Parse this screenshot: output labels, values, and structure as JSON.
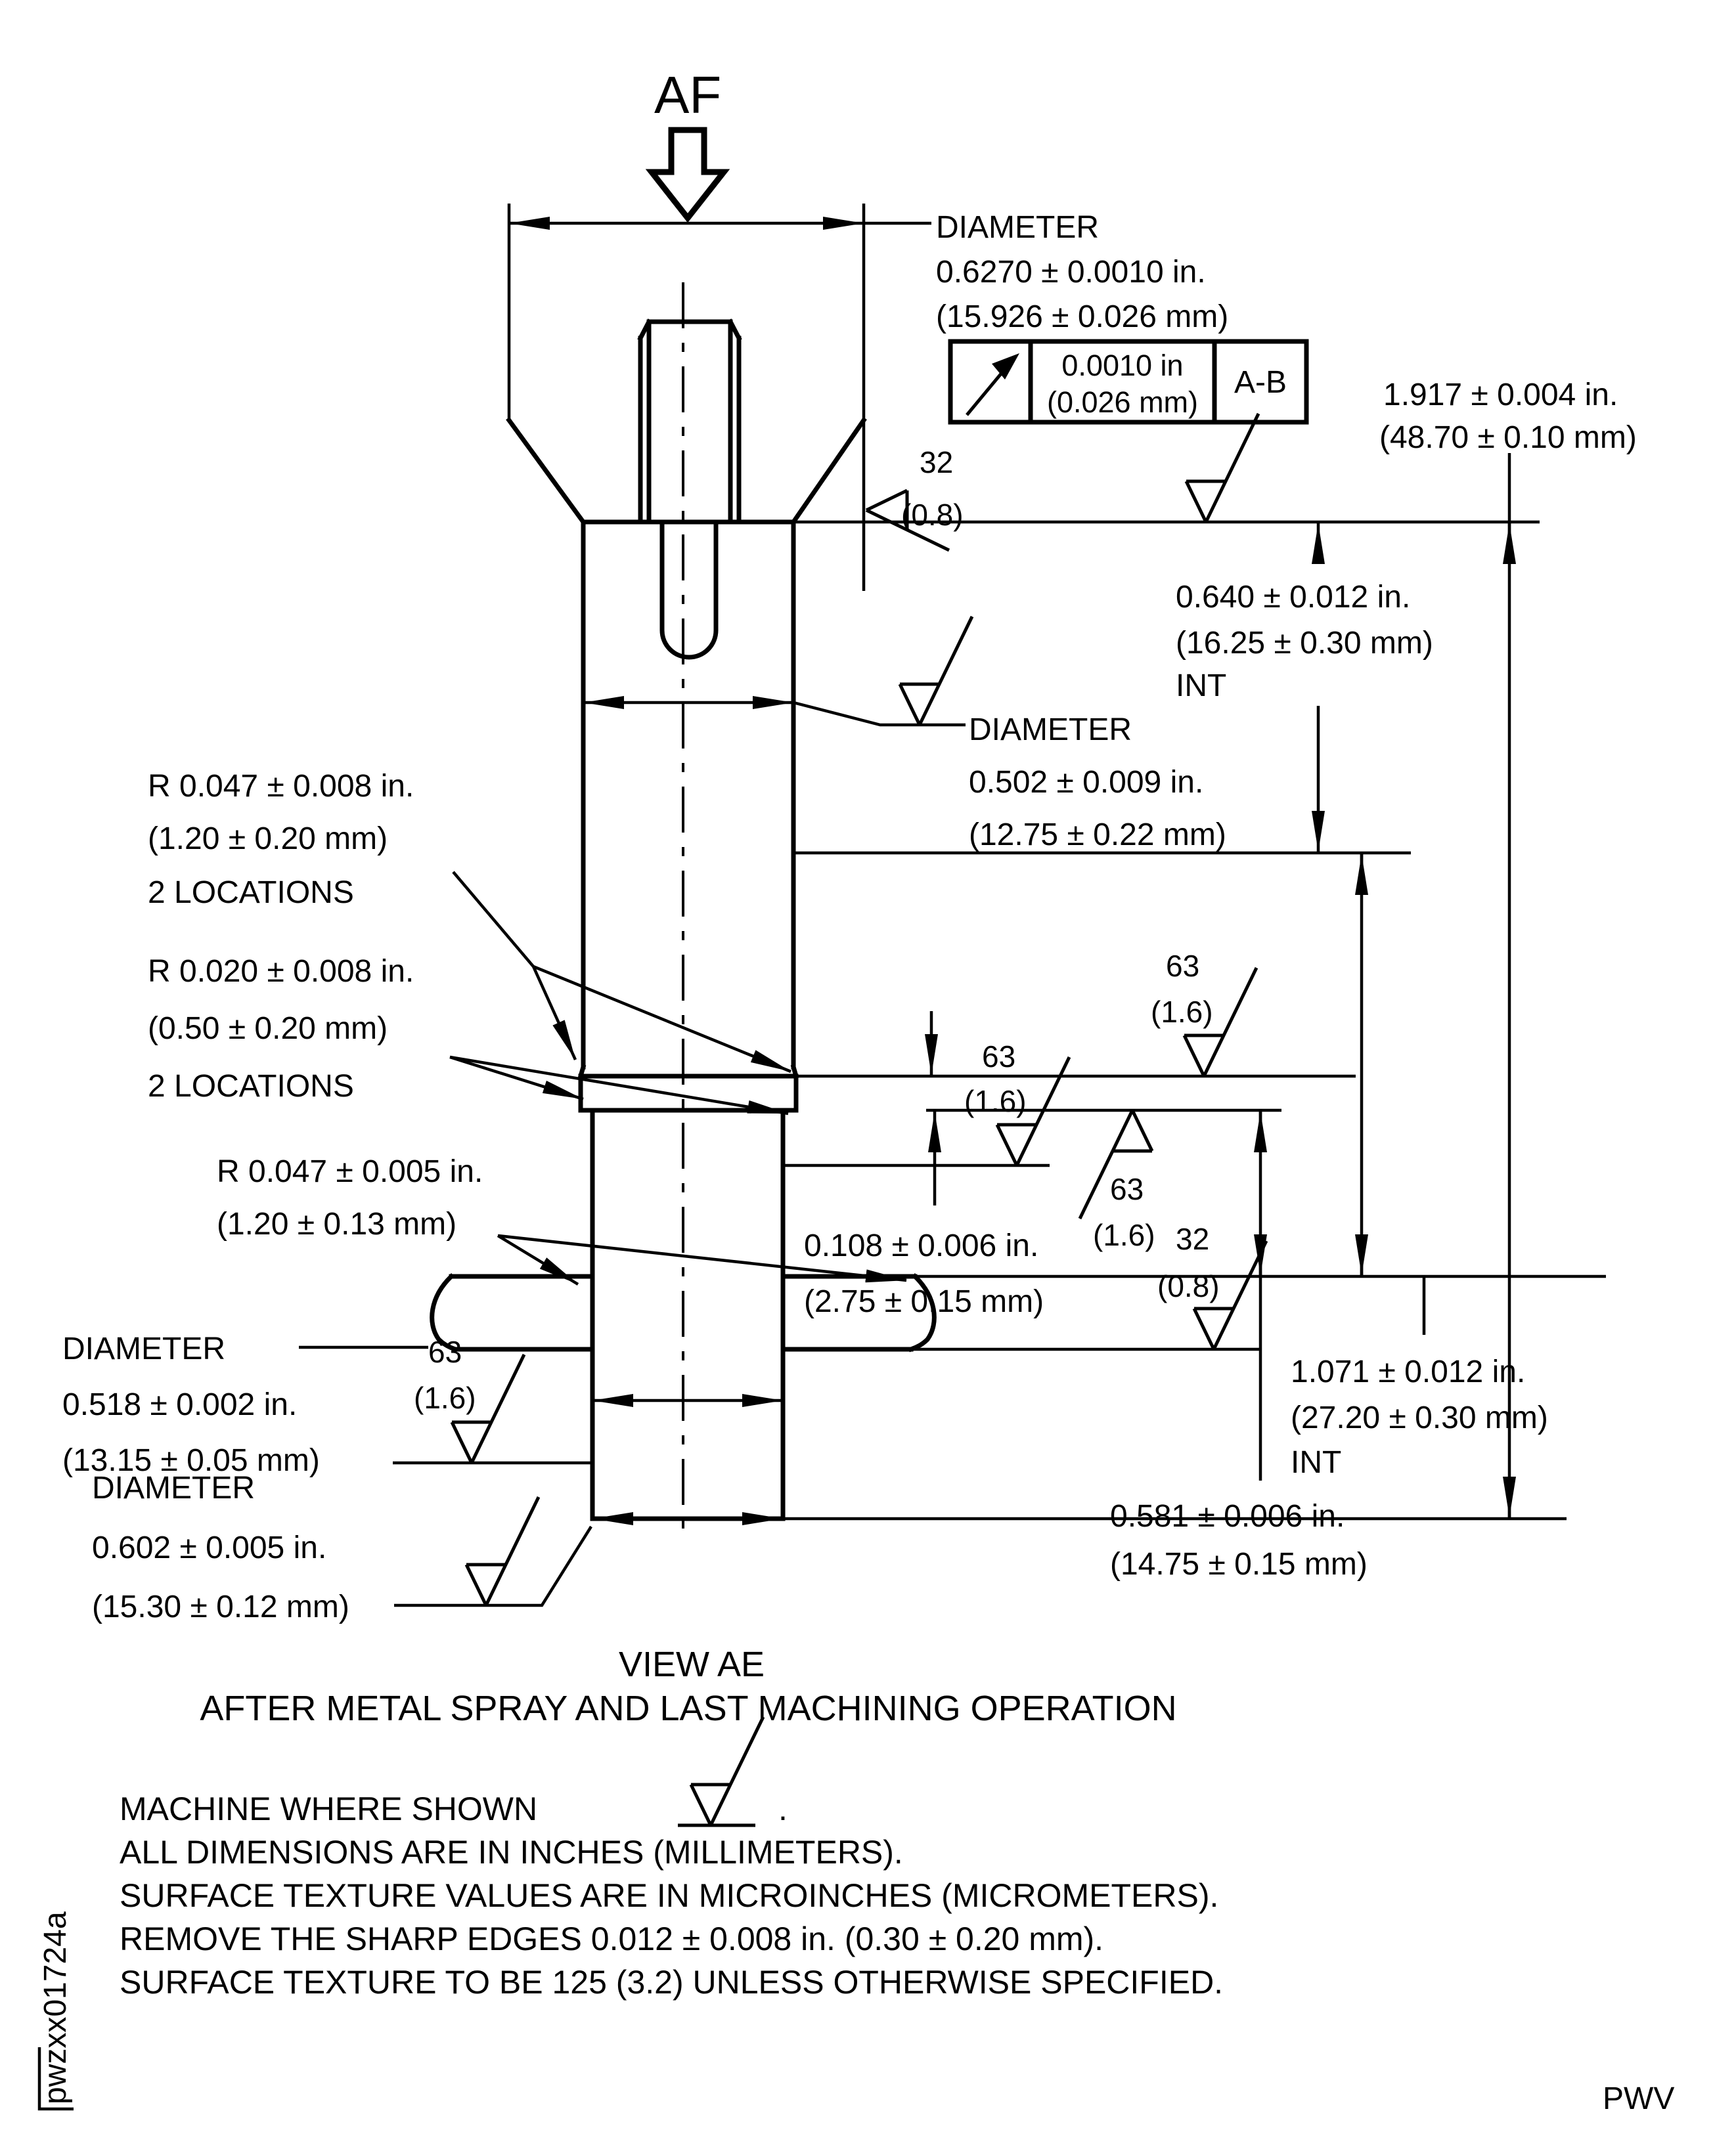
{
  "meta": {
    "view_arrow_label": "AF",
    "doc_code": "pwzxx01724a",
    "page_code": "PWV"
  },
  "caption": {
    "line1": "VIEW AE",
    "line2": "AFTER METAL SPRAY AND LAST MACHINING OPERATION"
  },
  "fcf": {
    "tol_in": "0.0010 in",
    "tol_mm": "(0.026 mm)",
    "datum": "A-B"
  },
  "finish": {
    "f32": "32",
    "f32m": "(0.8)",
    "f63": "63",
    "f63m": "(1.6)"
  },
  "dims": {
    "dia627": [
      "DIAMETER",
      "0.6270 ± 0.0010 in.",
      "(15.926 ± 0.026 mm)"
    ],
    "len1917": [
      "1.917 ± 0.004 in.",
      "(48.70 ± 0.10 mm)"
    ],
    "len0640": [
      "0.640 ± 0.012 in.",
      "(16.25 ± 0.30 mm)",
      "INT"
    ],
    "dia502": [
      "DIAMETER",
      "0.502 ± 0.009 in.",
      "(12.75 ± 0.22 mm)"
    ],
    "r047a": [
      "R 0.047 ± 0.008 in.",
      "(1.20 ± 0.20 mm)",
      "2 LOCATIONS"
    ],
    "r020": [
      "R 0.020 ± 0.008 in.",
      "(0.50 ± 0.20 mm)",
      "2 LOCATIONS"
    ],
    "r047b": [
      "R 0.047 ± 0.005 in.",
      "(1.20 ± 0.13 mm)"
    ],
    "len0108": [
      "0.108 ± 0.006 in.",
      "(2.75 ± 0.15 mm)"
    ],
    "dia518": [
      "DIAMETER",
      "0.518 ± 0.002 in.",
      "(13.15 ± 0.05 mm)"
    ],
    "len1071": [
      "1.071 ± 0.012 in.",
      "(27.20 ± 0.30 mm)",
      "INT"
    ],
    "dia602": [
      "DIAMETER",
      "0.602 ± 0.005 in.",
      "(15.30 ± 0.12 mm)"
    ],
    "len0581": [
      "0.581 ± 0.006 in.",
      "(14.75 ± 0.15 mm)"
    ]
  },
  "notes": {
    "n1a": "MACHINE WHERE SHOWN",
    "n1b": ".",
    "n2": "ALL DIMENSIONS ARE IN INCHES (MILLIMETERS).",
    "n3": "SURFACE TEXTURE VALUES ARE IN MICROINCHES (MICROMETERS).",
    "n4": "REMOVE THE SHARP EDGES 0.012 ± 0.008 in. (0.30 ± 0.20 mm).",
    "n5": "SURFACE TEXTURE TO BE 125 (3.2) UNLESS OTHERWISE SPECIFIED."
  }
}
